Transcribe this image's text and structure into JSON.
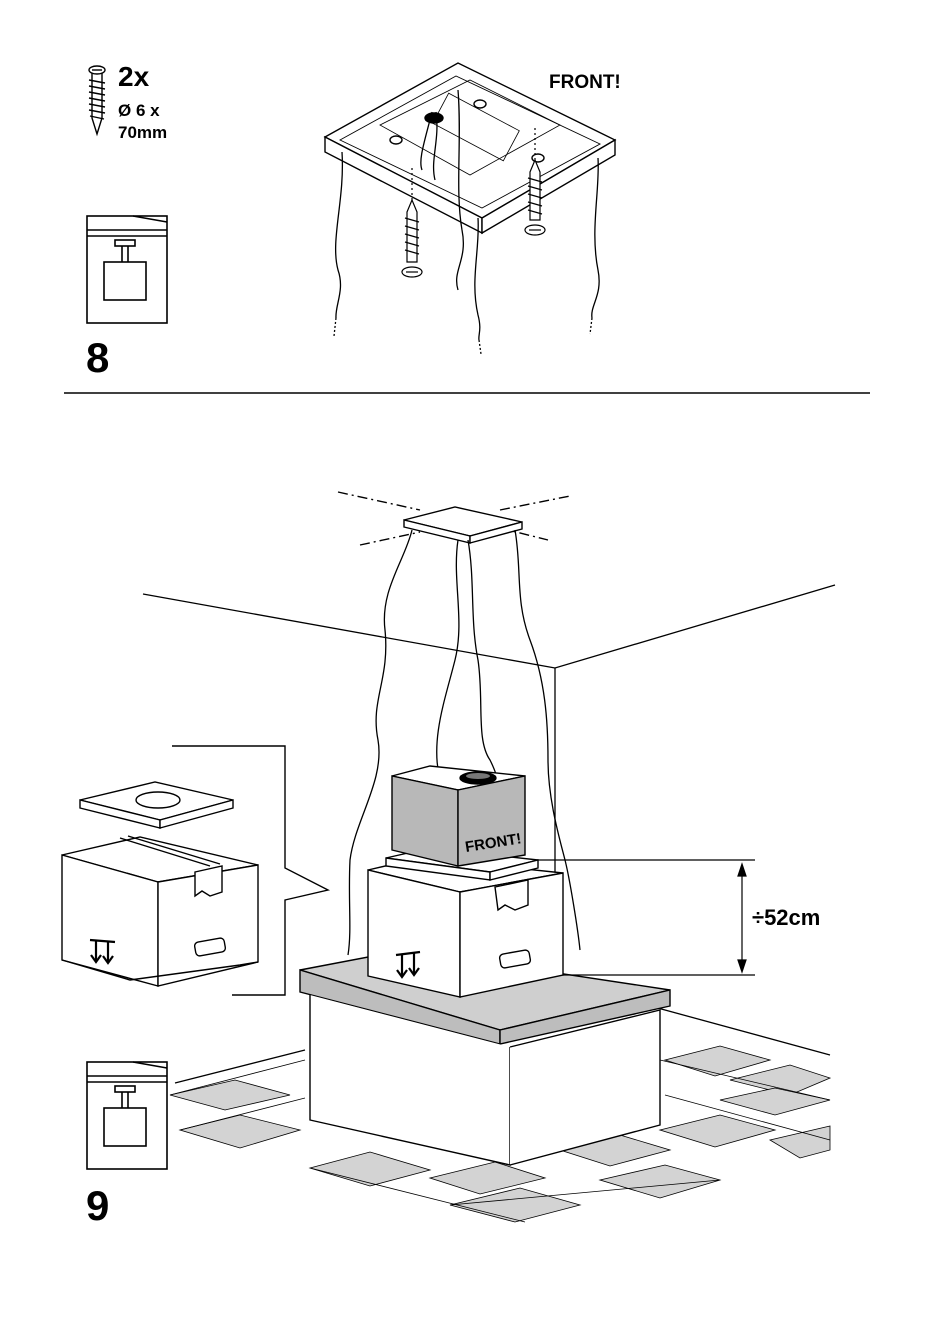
{
  "step8": {
    "number": "8",
    "screw_quantity": "2x",
    "screw_diameter": "Ø 6 x",
    "screw_length": "70mm",
    "front_label": "FRONT!",
    "screw_icon": "screw-icon",
    "view_icon": "ceiling-mount-view-icon"
  },
  "step9": {
    "number": "9",
    "box_label": "FRONT!",
    "dimension": "÷52cm",
    "view_icon": "ceiling-mount-view-icon",
    "box_arrow_icon": "this-side-up-icon"
  }
}
